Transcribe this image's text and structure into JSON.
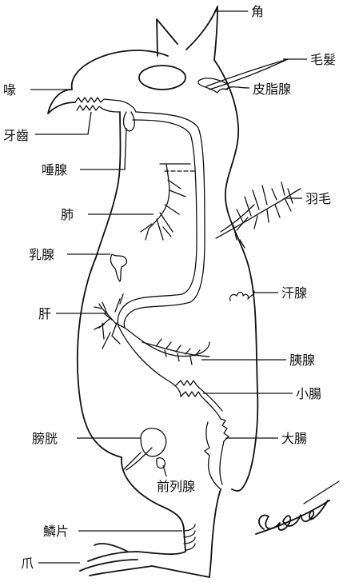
{
  "labels": {
    "horn": "角",
    "hair": "毛髮",
    "sebaceous_gland": "皮脂腺",
    "beak": "喙",
    "teeth": "牙齒",
    "salivary_gland": "唾腺",
    "feather": "羽毛",
    "lung": "肺",
    "mammary_gland": "乳腺",
    "sweat_gland": "汗腺",
    "liver": "肝",
    "pancreas": "胰腺",
    "small_intestine": "小腸",
    "bladder": "膀胱",
    "large_intestine": "大腸",
    "prostate": "前列腺",
    "scales": "鱗片",
    "claw": "爪"
  }
}
